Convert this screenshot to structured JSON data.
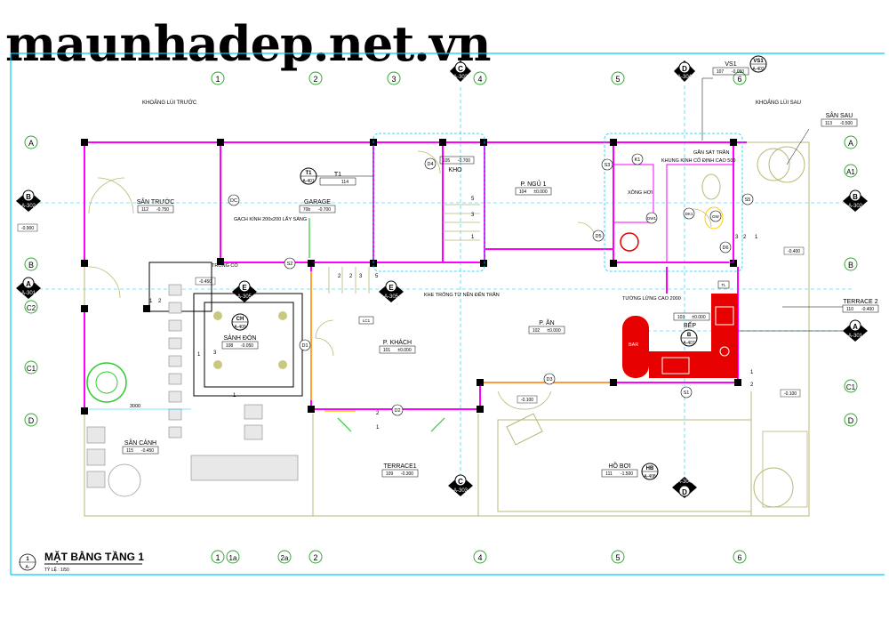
{
  "watermark": "maunhadep.net.vn",
  "drawing": {
    "title": "MẶT BẰNG TẦNG 1",
    "scale": "TỶ LỆ : 1/50",
    "sheet_num": "1",
    "sheet_ref": "A-"
  },
  "setbacks": {
    "front": "KHOẢNG LÙI TRƯỚC",
    "rear": "KHOẢNG LÙI SAU"
  },
  "grid_columns": [
    "1",
    "2",
    "3",
    "4",
    "5",
    "6"
  ],
  "grid_columns_bottom": [
    "1",
    "1a",
    "2a",
    "2",
    "4",
    "5",
    "6"
  ],
  "grid_rows": [
    "A",
    "A1",
    "B",
    "C2",
    "C1",
    "D"
  ],
  "rooms": [
    {
      "name": "SÂN TRƯỚC",
      "code": "112",
      "level": "-0.750"
    },
    {
      "name": "GARAGE",
      "code": "70b",
      "level": "-0.700"
    },
    {
      "name": "KHO",
      "code": "105",
      "level": "-0.700"
    },
    {
      "name": "P. NGỦ 1",
      "code": "104",
      "level": "±0.000"
    },
    {
      "name": "SẢNH ĐÓN",
      "code": "108",
      "level": "-0.050"
    },
    {
      "name": "P. KHÁCH",
      "code": "101",
      "level": "±0.000"
    },
    {
      "name": "P. ĂN",
      "code": "102",
      "level": "±0.000"
    },
    {
      "name": "BẾP",
      "code": "103",
      "level": "±0.000"
    },
    {
      "name": "SÂN CẢNH",
      "code": "115",
      "level": "-0.450"
    },
    {
      "name": "TERRACE1",
      "code": "109",
      "level": "-0.300"
    },
    {
      "name": "HỒ BƠI",
      "code": "111",
      "level": "-1.500"
    },
    {
      "name": "SÂN SAU",
      "code": "113",
      "level": "-0.500"
    },
    {
      "name": "TERRACE 2",
      "code": "110",
      "level": "-0.400"
    },
    {
      "name": "T1",
      "code": "114",
      "level": ""
    },
    {
      "name": "VS1",
      "code": "107",
      "level": "-0.050"
    }
  ],
  "notes": {
    "gach_kinh": "GẠCH KÍNH 200x200 LẤY SÁNG",
    "trong_co": "TRỐNG CỎ",
    "khe_trong": "KHE TRỐNG TỪ NỀN ĐẾN TRẦN",
    "tuong_lung": "TƯỜNG LỬNG CAO 2000",
    "gan_sat_tran": "GẮN SÁT TRẦN",
    "khung_kinh": "KHUNG KÍNH CỐ ĐỊNH CAO 500",
    "xong_hoi": "XÔNG HƠI",
    "bar": "BAR"
  },
  "levels": {
    "l_0900": "-0.900",
    "l_0450": "-0.450",
    "l_0400": "-0.400",
    "l_0100a": "-0.100",
    "l_0100b": "-0.100"
  },
  "dims": {
    "d3000": "3000"
  },
  "section_marks": [
    {
      "letter": "C",
      "ref": "A-303"
    },
    {
      "letter": "D",
      "ref": "A-304"
    },
    {
      "letter": "B",
      "ref": "A-302"
    },
    {
      "letter": "A",
      "ref": "A-301"
    },
    {
      "letter": "E",
      "ref": "A-305"
    },
    {
      "letter": "T1",
      "ref": "A-401"
    },
    {
      "letter": "CH",
      "ref": "A-409"
    },
    {
      "letter": "B",
      "ref": "A-407"
    },
    {
      "letter": "HB",
      "ref": "A-408"
    },
    {
      "letter": "VS1",
      "ref": "A-402"
    }
  ],
  "door_tags": [
    "D4",
    "D5",
    "D1",
    "D2",
    "D3",
    "D6",
    "S1",
    "S2",
    "S3",
    "S5",
    "K1",
    "DK1",
    "DW1",
    "DW",
    "DC",
    "LC1",
    "TL"
  ],
  "stair_steps": [
    "1",
    "2",
    "3",
    "4",
    "5"
  ],
  "colors": {
    "wall": "#ff00ff",
    "column": "#000000",
    "kitchen": "#e60000",
    "grid": "#00ccff",
    "line": "#c8c880"
  }
}
